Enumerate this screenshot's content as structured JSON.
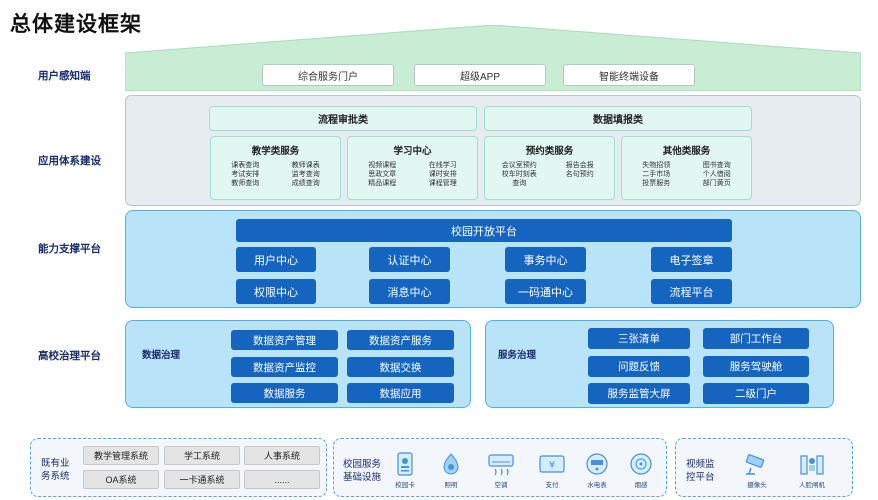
{
  "title": "总体建设框架",
  "layers": {
    "user": "用户感知端",
    "application": "应用体系建设",
    "capability": "能力支撑平台",
    "governance": "高校治理平台"
  },
  "user_channels": [
    "综合服务门户",
    "超级APP",
    "智能终端设备"
  ],
  "application": {
    "bars": [
      "流程审批类",
      "数据填报类"
    ],
    "cards": [
      {
        "title": "教学类服务",
        "items": [
          "课表查询",
          "教师课表",
          "考试安排",
          "监考查询",
          "教师查询",
          "成绩查询"
        ]
      },
      {
        "title": "学习中心",
        "items": [
          "视频课程",
          "在线学习",
          "思政文章",
          "课时安排",
          "精品课程",
          "课程管理"
        ]
      },
      {
        "title": "预约类服务",
        "items": [
          "会议室预约",
          "报告会报",
          "校车时刻表",
          "名句预约",
          "查询",
          ""
        ]
      },
      {
        "title": "其他类服务",
        "items": [
          "失物招领",
          "图书查询",
          "二手市场",
          "个人借阅",
          "投票服务",
          "部门黄页"
        ]
      }
    ]
  },
  "capability": {
    "platform": "校园开放平台",
    "row1": [
      "用户中心",
      "认证中心",
      "事务中心",
      "电子签章"
    ],
    "row2": [
      "权限中心",
      "消息中心",
      "一码通中心",
      "流程平台"
    ]
  },
  "governance": {
    "data_label": "数据治理",
    "data_items": [
      "数据资产管理",
      "数据资产服务",
      "数据资产监控",
      "数据交换",
      "数据服务",
      "数据应用"
    ],
    "service_label": "服务治理",
    "service_items": [
      "三张清单",
      "部门工作台",
      "问题反馈",
      "服务驾驶舱",
      "服务监管大屏",
      "二级门户"
    ]
  },
  "bottom": {
    "legacy_label_1": "既有业",
    "legacy_label_2": "务系统",
    "legacy_items": [
      "教学管理系统",
      "学工系统",
      "人事系统",
      "OA系统",
      "一卡通系统",
      "......"
    ],
    "facility_label_1": "校园服务",
    "facility_label_2": "基础设施",
    "facilities": [
      {
        "icon": "campus-card-icon",
        "label": "校园卡"
      },
      {
        "icon": "lighting-icon",
        "label": "照明"
      },
      {
        "icon": "air-conditioner-icon",
        "label": "空调"
      },
      {
        "icon": "payment-icon",
        "label": "支付"
      },
      {
        "icon": "water-meter-icon",
        "label": "水电表"
      },
      {
        "icon": "smoke-detector-icon",
        "label": "烟感"
      }
    ],
    "video_label_1": "视频监",
    "video_label_2": "控平台",
    "video_items": [
      {
        "icon": "camera-icon",
        "label": "摄像头"
      },
      {
        "icon": "face-gate-icon",
        "label": "人脸闸机"
      }
    ]
  },
  "colors": {
    "primary_button": "#1565c0",
    "capability_bg": "#b9e3f8",
    "roof_green": "#c8ecd4",
    "app_card": "#e3f7f2"
  }
}
